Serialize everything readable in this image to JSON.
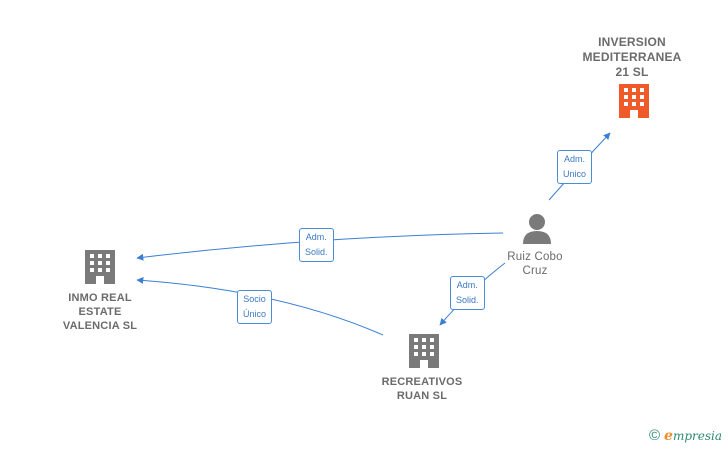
{
  "nodes": {
    "inversion": {
      "label": "INVERSION\nMEDITERRANEA\n21  SL",
      "icon": "building-icon",
      "color": "#f05a28"
    },
    "ruiz": {
      "label": "Ruiz Cobo\nCruz",
      "icon": "person-icon",
      "color": "#7a7a7a"
    },
    "inmo": {
      "label": "INMO REAL\nESTATE\nVALENCIA  SL",
      "icon": "building-icon",
      "color": "#7a7a7a"
    },
    "recreativos": {
      "label": "RECREATIVOS\nRUAN  SL",
      "icon": "building-icon",
      "color": "#7a7a7a"
    }
  },
  "edges": {
    "ruiz_inversion": "Adm.\nUnico",
    "ruiz_inmo": "Adm.\nSolid.",
    "ruiz_recreativos": "Adm.\nSolid.",
    "recreativos_inmo": "Socio\nÚnico"
  },
  "colors": {
    "edge": "#3a80d2",
    "text": "#6b6b6b"
  },
  "brand": {
    "copyright": "©",
    "first_letter": "e",
    "rest": "mpresia"
  }
}
